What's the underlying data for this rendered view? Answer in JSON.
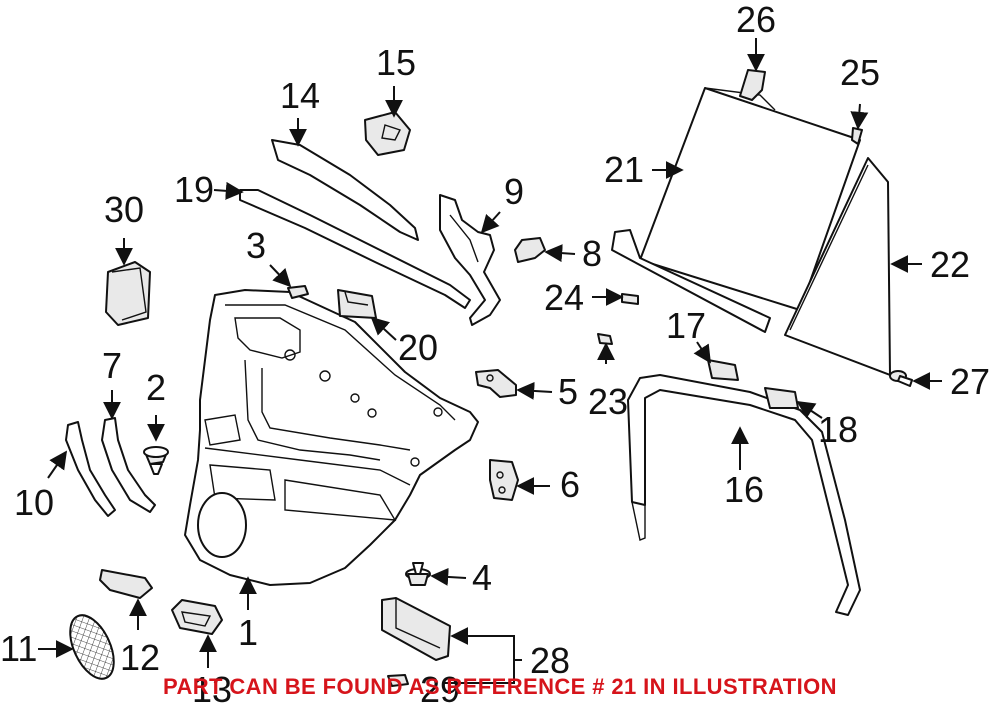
{
  "diagram": {
    "callouts": [
      "1",
      "2",
      "3",
      "4",
      "5",
      "6",
      "7",
      "8",
      "9",
      "10",
      "11",
      "12",
      "13",
      "14",
      "15",
      "16",
      "17",
      "18",
      "19",
      "20",
      "21",
      "22",
      "23",
      "24",
      "25",
      "26",
      "27",
      "28",
      "29",
      "30"
    ],
    "notice": "PART CAN BE FOUND AS REFERENCE # 21 IN ILLUSTRATION",
    "notice_color": "#d6141b"
  }
}
